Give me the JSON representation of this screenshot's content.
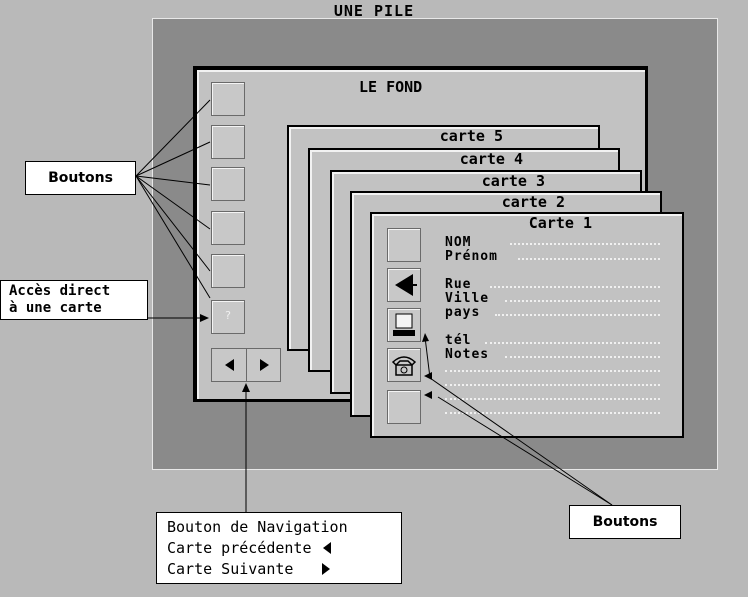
{
  "title": "UNE PILE",
  "fond": {
    "title": "LE FOND",
    "access_button_label": "?"
  },
  "cards": [
    {
      "title": "carte 5"
    },
    {
      "title": "carte 4"
    },
    {
      "title": "carte 3"
    },
    {
      "title": "carte 2"
    },
    {
      "title": "Carte 1"
    }
  ],
  "card1_fields": {
    "nom": "NOM",
    "prenom": "Prénom",
    "rue": "Rue",
    "ville": "Ville",
    "pays": "pays",
    "tel": "tél",
    "notes": "Notes"
  },
  "labels": {
    "boutons_left": "Boutons",
    "acces_line1": "Accès direct",
    "acces_line2": "à une carte",
    "nav_title": "Bouton de Navigation",
    "nav_prev": "Carte précédente",
    "nav_next": "Carte Suivante",
    "boutons_right": "Boutons"
  },
  "icons": {
    "card_buttons": [
      "blank-icon",
      "megaphone-icon",
      "computer-icon",
      "telephone-icon",
      "blank-icon"
    ],
    "nav": [
      "arrow-left-icon",
      "arrow-right-icon"
    ]
  }
}
